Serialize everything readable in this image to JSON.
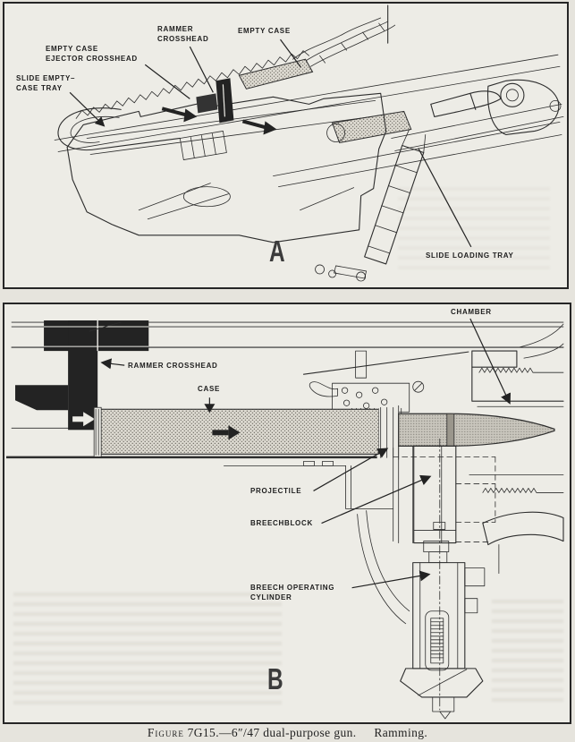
{
  "colors": {
    "paper": "#e6e4dd",
    "panel_background": "#edece6",
    "ink": "#262626",
    "rammer_black": "#232323",
    "stipple_gray": "#8a867c"
  },
  "panel_a": {
    "letter": "A",
    "labels": {
      "slide_empty_case_tray": {
        "line1": "SLIDE EMPTY–",
        "line2": "CASE TRAY"
      },
      "empty_case_ejector_crosshead": {
        "line1": "EMPTY CASE",
        "line2": "EJECTOR CROSSHEAD"
      },
      "rammer_crosshead": {
        "line1": "RAMMER",
        "line2": "CROSSHEAD"
      },
      "empty_case": {
        "text": "EMPTY CASE"
      },
      "slide_loading_tray": {
        "text": "SLIDE LOADING TRAY"
      }
    }
  },
  "panel_b": {
    "letter": "B",
    "labels": {
      "chamber": {
        "text": "CHAMBER"
      },
      "rammer_crosshead": {
        "text": "RAMMER CROSSHEAD"
      },
      "case": {
        "text": "CASE"
      },
      "projectile": {
        "text": "PROJECTILE"
      },
      "breechblock": {
        "text": "BREECHBLOCK"
      },
      "breech_operating_cylinder": {
        "line1": "BREECH OPERATING",
        "line2": "CYLINDER"
      }
    }
  },
  "caption": {
    "figure_word": "Figure",
    "body": "7G15.—6″/47 dual-purpose gun.",
    "tail": "Ramming."
  }
}
